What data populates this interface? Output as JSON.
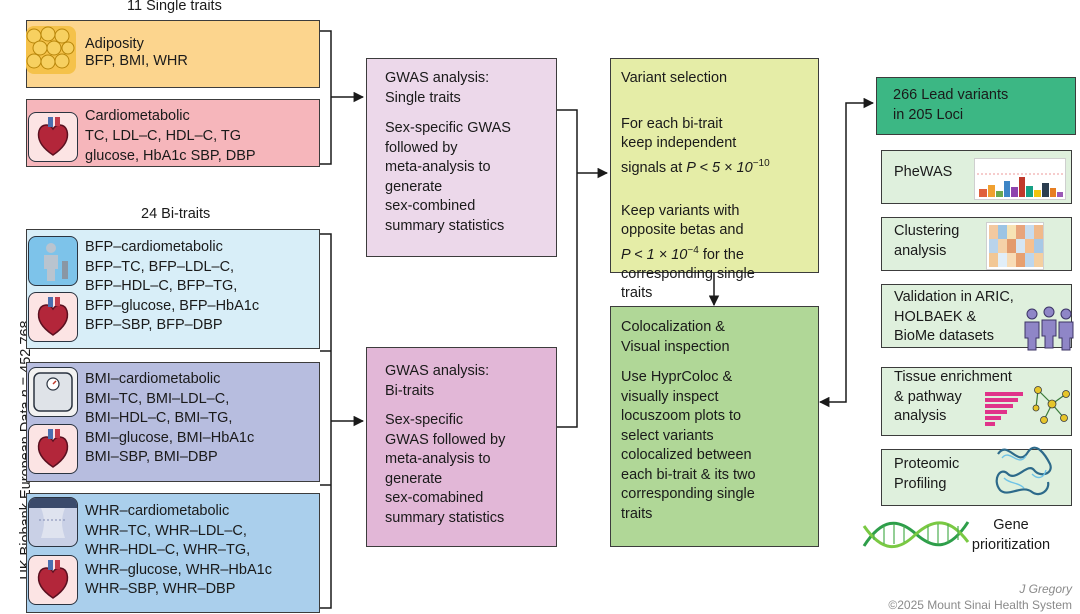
{
  "side_label": "UK Biobank European Data n = 452,768",
  "single_header": "11 Single traits",
  "bi_header": "24 Bi-traits",
  "adiposity": {
    "title": "Adiposity",
    "lines": "BFP, BMI, WHR"
  },
  "cardio": {
    "title": "Cardiometabolic",
    "lines": "TC, LDL–C, HDL–C, TG\nglucose, HbA1c SBP, DBP"
  },
  "bfp_box": "BFP–cardiometabolic\nBFP–TC, BFP–LDL–C,\nBFP–HDL–C, BFP–TG,\nBFP–glucose, BFP–HbA1c\nBFP–SBP, BFP–DBP",
  "bmi_box": "BMI–cardiometabolic\nBMI–TC, BMI–LDL–C,\nBMI–HDL–C, BMI–TG,\nBMI–glucose, BMI–HbA1c\nBMI–SBP, BMI–DBP",
  "whr_box": "WHR–cardiometabolic\nWHR–TC, WHR–LDL–C,\nWHR–HDL–C, WHR–TG,\nWHR–glucose, WHR–HbA1c\nWHR–SBP, WHR–DBP",
  "gwas_single": {
    "title": "GWAS analysis:\nSingle traits",
    "body": "Sex-specific GWAS\nfollowed by\nmeta-analysis to\ngenerate\nsex-combined\nsummary statistics"
  },
  "gwas_bi": {
    "title": "GWAS analysis:\nBi-traits",
    "body": "Sex-specific\nGWAS followed by\nmeta-analysis to\ngenerate\nsex-comabined\nsummary statistics"
  },
  "variant": {
    "title": "Variant selection",
    "p1": "For each bi-trait\nkeep independent\nsignals at",
    "p1_math": "P < 5 × 10",
    "p1_exp": "−10",
    "p2": "Keep variants with\nopposite betas and",
    "p2_math": "P < 1 × 10",
    "p2_exp": "−4",
    "p2_tail": " for the\ncorresponding single\ntraits"
  },
  "coloc": {
    "title": "Colocalization &\nVisual inspection",
    "body": "Use HyprColoc &\nvisually inspect\nlocuszoom plots to\nselect variants\ncolocalized between\neach bi-trait & its two\ncorresponding single\ntraits"
  },
  "lead": "266 Lead variants\nin 205 Loci",
  "outputs": {
    "phewas": "PheWAS",
    "clustering": "Clustering\nanalysis",
    "validation": "Validation in ARIC,\nHOLBAEK &\nBioMe datasets",
    "tissue": "Tissue enrichment\n& pathway\nanalysis",
    "proteomic": "Proteomic\nProfiling",
    "gene": "Gene\nprioritization"
  },
  "credit": {
    "author": "J Gregory",
    "copyright": "©2025 Mount Sinai Health System"
  },
  "colors": {
    "adiposity": "#fcd58e",
    "cardio": "#f6b6bb",
    "bfp": "#d8eef8",
    "bmi": "#b7bddf",
    "whr": "#aacfec",
    "gwas_single": "#ecd8ea",
    "gwas_bi": "#e2b7d7",
    "variant": "#e5eda7",
    "coloc": "#b0d797",
    "lead": "#3cb784",
    "output": "#dff0dd"
  }
}
